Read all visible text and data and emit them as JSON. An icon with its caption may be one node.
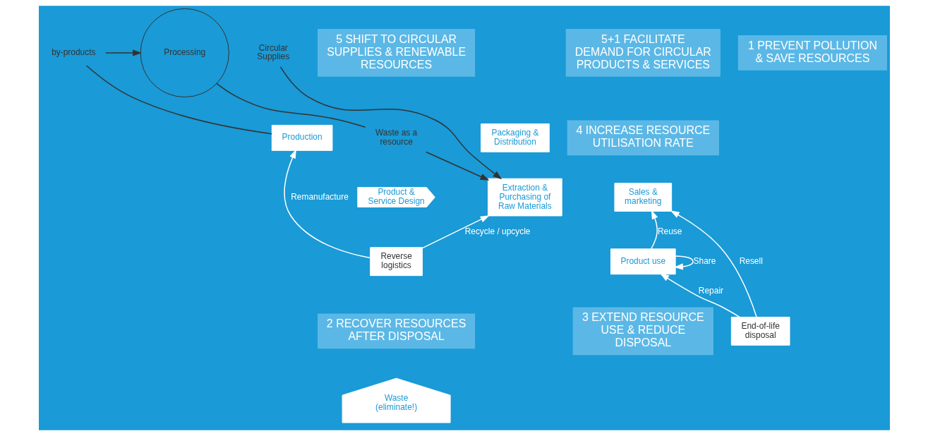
{
  "diagram": {
    "nodes": [
      {
        "text": [
          "Product & Service Design"
        ]
      },
      {
        "text": [
          "Production"
        ]
      },
      {
        "text": [
          "Packaging & Distribution"
        ]
      },
      {
        "text": [
          "Sales & marketing"
        ]
      },
      {
        "text": [
          "Product use"
        ]
      },
      {
        "text": [
          "End-of-life disposal"
        ]
      },
      {
        "text": [
          "Reverse logistics"
        ]
      },
      {
        "text": [
          "Extraction & Purchasing of Raw Materials"
        ]
      },
      {
        "text": [
          "Waste (eliminate!)"
        ]
      },
      {
        "text": [
          "Processing"
        ]
      },
      {
        "text": [
          "by-products"
        ]
      },
      {
        "text": [
          "Waste as a resource"
        ]
      },
      {
        "text": [
          "Circular Supplies"
        ]
      }
    ],
    "edges": [
      {
        "from": 10,
        "to": 9,
        "arrow": "to",
        "color": "#333333"
      },
      {
        "from": 1,
        "to": 10,
        "arrow": "none",
        "color": "#333333"
      },
      {
        "from": 11,
        "to": 9,
        "arrow": "none",
        "color": "#333333"
      },
      {
        "from": 11,
        "to": 7,
        "arrow": "to",
        "color": "#333333"
      },
      {
        "from": 12,
        "to": 7,
        "arrow": "to",
        "color": "#333333"
      },
      {
        "from": 6,
        "to": 7,
        "arrow": "to",
        "label": "Recycle / upcycle"
      },
      {
        "from": 6,
        "to": 1,
        "arrow": "to",
        "label": "Remanufacture"
      },
      {
        "from": 5,
        "to": 3,
        "arrow": "to",
        "label": "Resell"
      },
      {
        "from": 5,
        "to": 4,
        "arrow": "to",
        "label": "Repair"
      },
      {
        "from": 4,
        "to": 4,
        "arrow": "to",
        "label": "Share"
      },
      {
        "from": 4,
        "to": 3,
        "arrow": "to",
        "label": "Reuse"
      }
    ],
    "labels": [
      "5 SHIFT TO CIRCULAR SUPPLIES & RENEWABLE RESOURCES",
      "1 PREVENT POLLUTION & SAVE RESOURCES",
      "5+1 FACILITATE DEMAND FOR CIRCULAR PRODUCTS & SERVICES",
      "4 INCREASE RESOURCE UTILISATION RATE",
      "2 RECOVER RESOURCES AFTER DISPOSAL",
      "3 EXTEND RESOURCE USE & REDUCE DISPOSAL"
    ]
  }
}
